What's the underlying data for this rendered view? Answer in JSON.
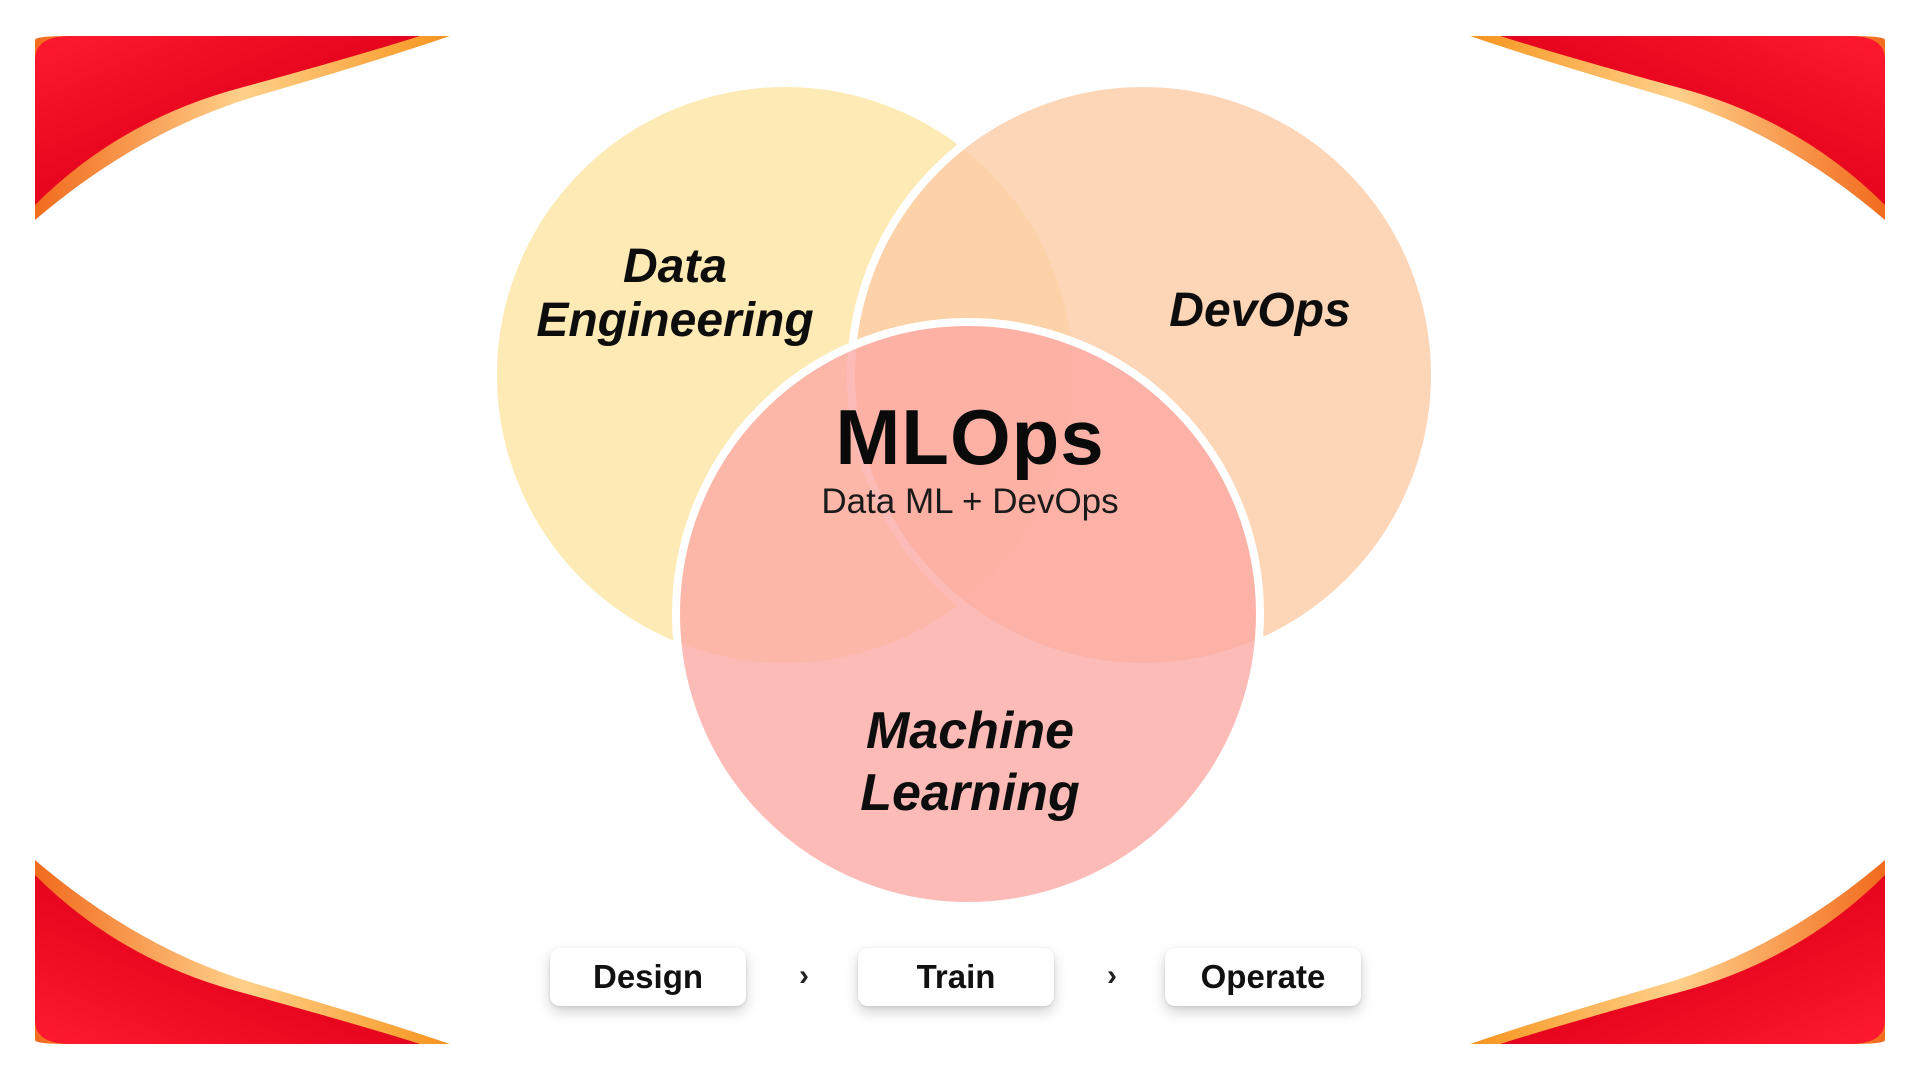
{
  "venn": {
    "top_left": {
      "label_line1": "Data",
      "label_line2": "Engineering",
      "color": "#FDE6A8"
    },
    "top_right": {
      "label": "DevOps",
      "color": "#FCCBA4"
    },
    "bottom": {
      "label_line1": "Machine",
      "label_line2": "Learning",
      "color": "#FDA8A4"
    },
    "center_title": "MLOps",
    "center_subtitle": "Data ML + DevOps"
  },
  "workflow": {
    "steps": [
      "Design",
      "Train",
      "Operate"
    ],
    "arrow_glyph": "›"
  },
  "decor": {
    "corner_red": "#E3001B",
    "corner_orange": "#F7941D"
  }
}
